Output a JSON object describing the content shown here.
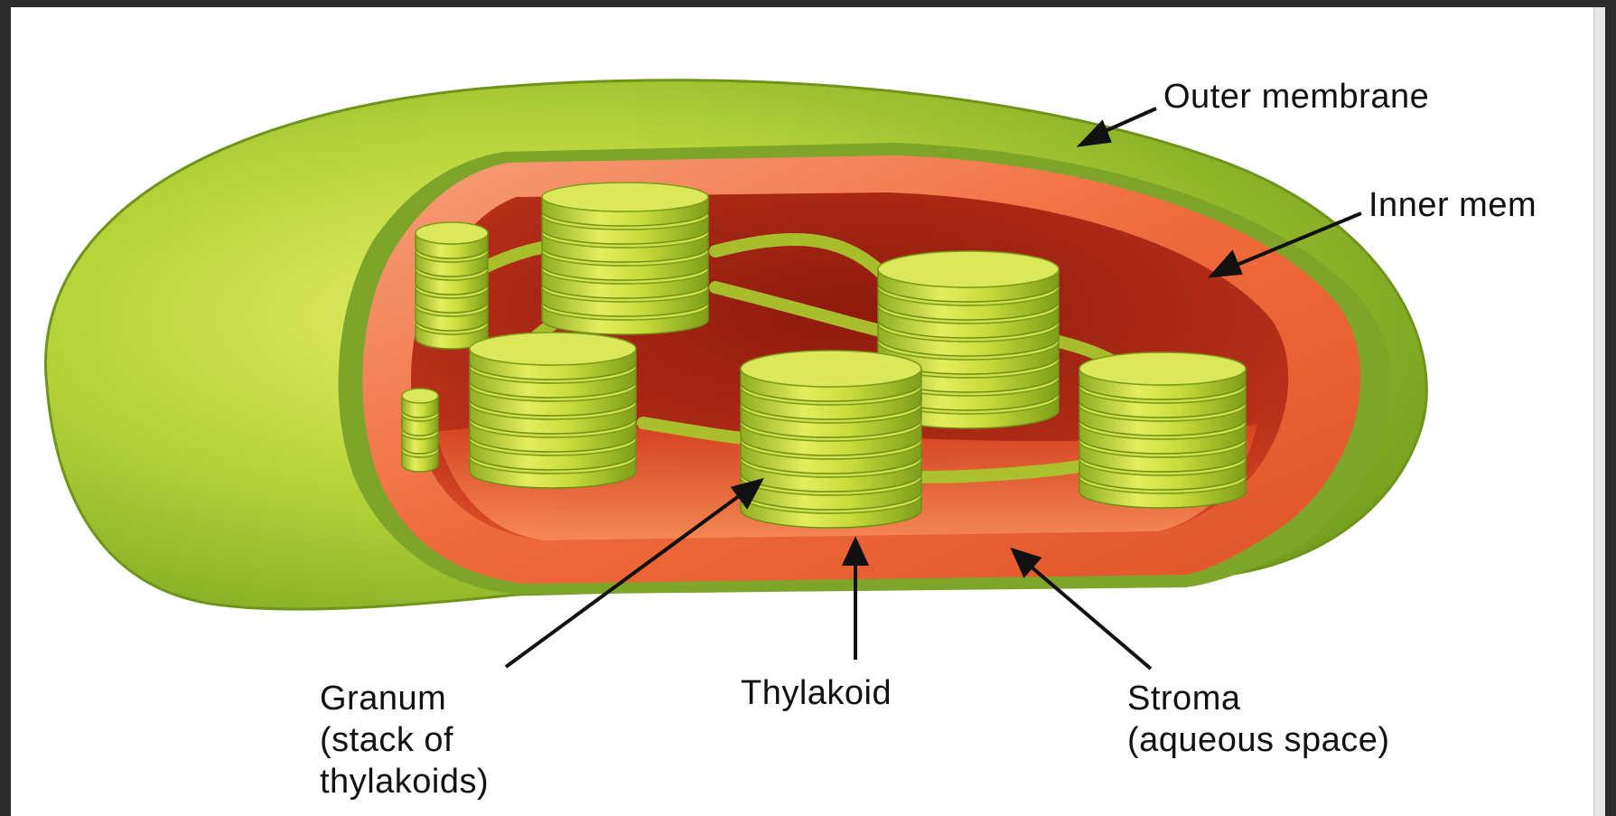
{
  "labels": {
    "outer_membrane": "Outer membrane",
    "inner_membrane": "Inner mem",
    "granum": [
      "Granum",
      "(stack of",
      "thylakoids)"
    ],
    "thylakoid": "Thylakoid",
    "stroma": [
      "Stroma",
      "(aqueous space)"
    ]
  },
  "colors": {
    "outer_membrane": "#9fc22a",
    "intermembrane": "#ef6a3a",
    "stroma": "#b82a10",
    "granum": "#c4d838",
    "arrow": "#111111"
  }
}
